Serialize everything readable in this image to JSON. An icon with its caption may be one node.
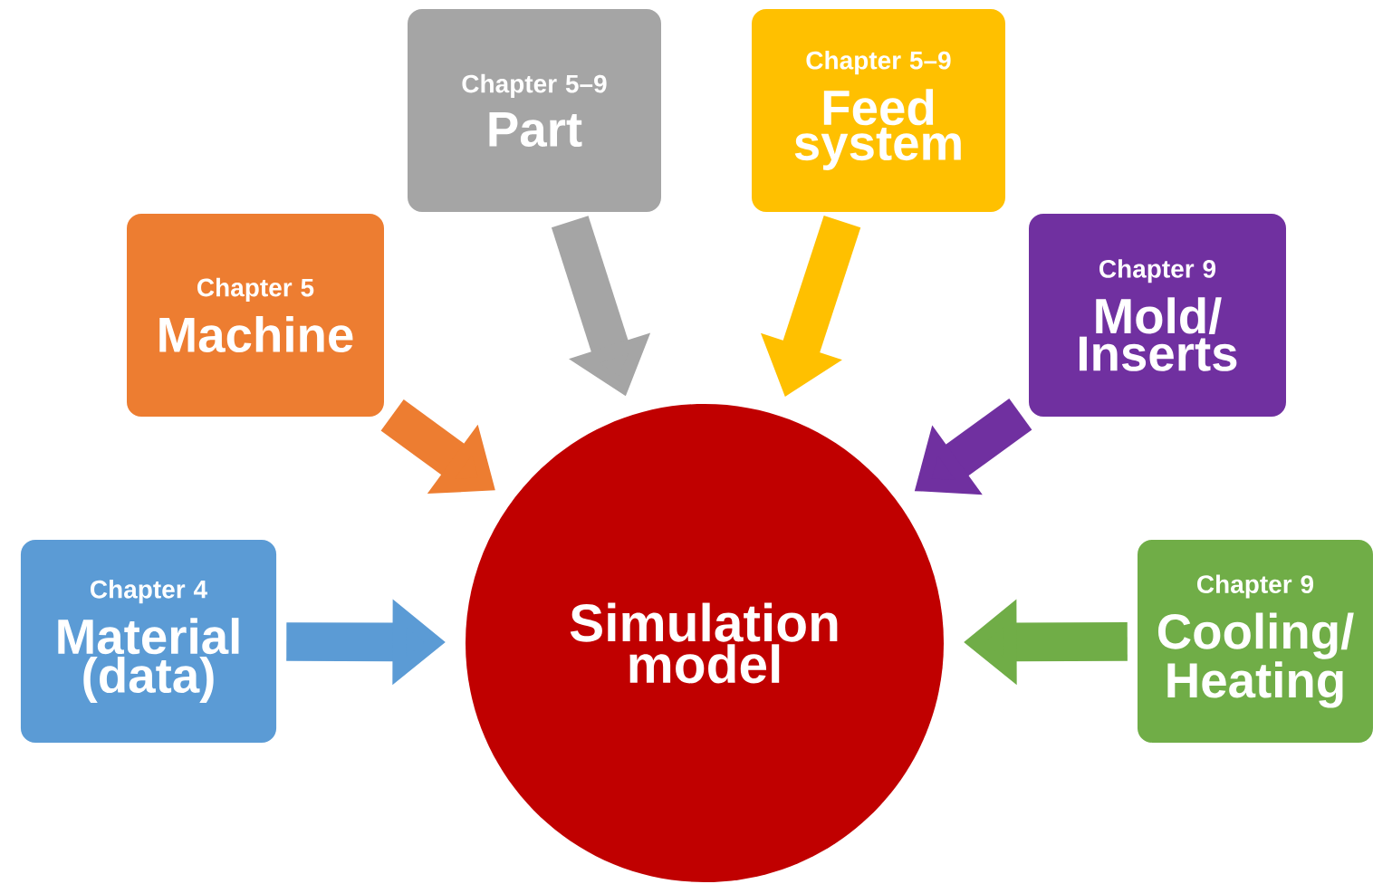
{
  "diagram": {
    "nodes": [
      {
        "text": [
          "Chapter 4",
          "Material (data)"
        ]
      },
      {
        "text": [
          "Chapter 5",
          "Machine"
        ]
      },
      {
        "text": [
          "Chapter 5–9",
          "Part"
        ]
      },
      {
        "text": [
          "Chapter 5–9",
          "Feed system"
        ]
      },
      {
        "text": [
          "Chapter 9",
          "Mold/ Inserts"
        ]
      },
      {
        "text": [
          "Chapter 9",
          "Cooling/ Heating"
        ]
      },
      {
        "text": [
          "Simulation model"
        ]
      }
    ],
    "edges": [
      {
        "from": 0,
        "to": 6,
        "arrow": "to",
        "color": "#5b9bd5"
      },
      {
        "from": 1,
        "to": 6,
        "arrow": "to",
        "color": "#ed7d31"
      },
      {
        "from": 2,
        "to": 6,
        "arrow": "to",
        "color": "#a5a5a5"
      },
      {
        "from": 3,
        "to": 6,
        "arrow": "to",
        "color": "#ffc000"
      },
      {
        "from": 4,
        "to": 6,
        "arrow": "to",
        "color": "#7030a0"
      },
      {
        "from": 5,
        "to": 6,
        "arrow": "to",
        "color": "#70ad47"
      }
    ]
  }
}
